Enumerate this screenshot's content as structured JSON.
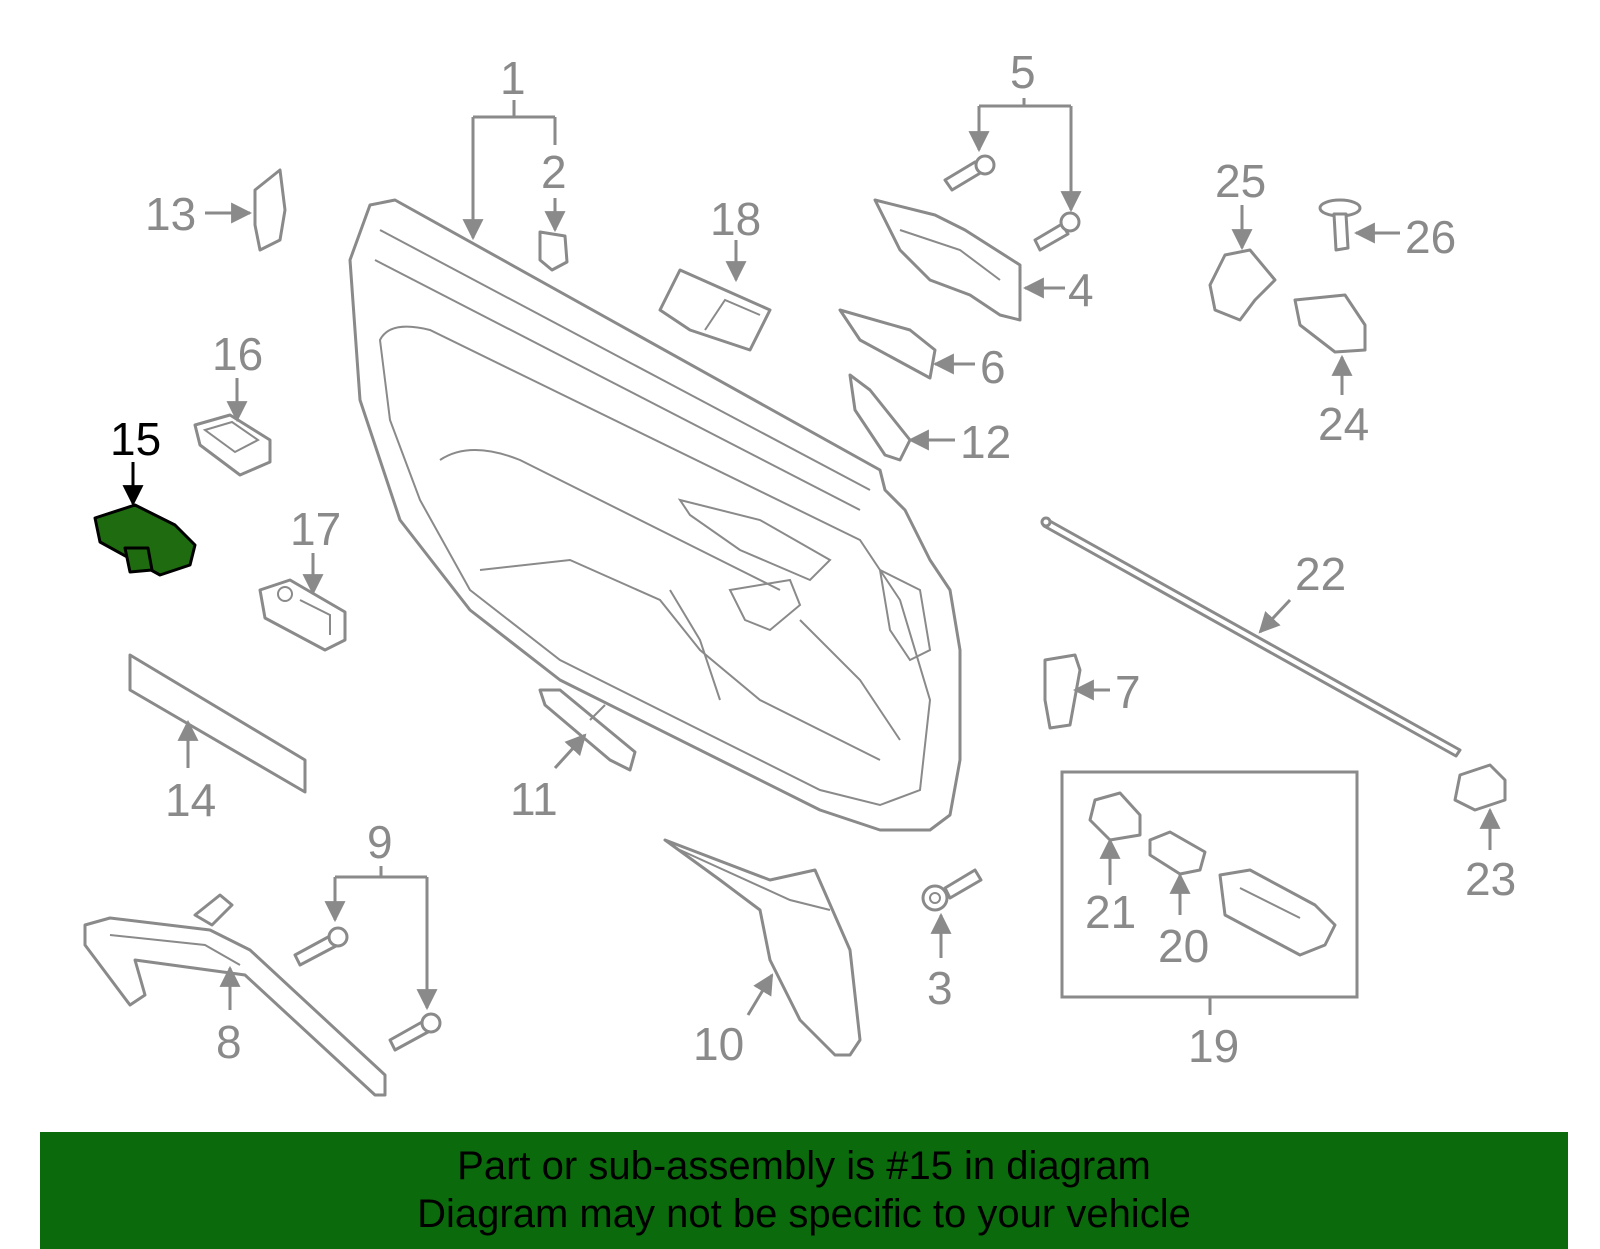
{
  "diagram": {
    "highlighted_part": "15",
    "callouts": [
      "1",
      "2",
      "3",
      "4",
      "5",
      "6",
      "7",
      "8",
      "9",
      "10",
      "11",
      "12",
      "13",
      "14",
      "15",
      "16",
      "17",
      "18",
      "19",
      "20",
      "21",
      "22",
      "23",
      "24",
      "25",
      "26"
    ],
    "colors": {
      "highlight_fill": "#1f6b10",
      "banner": "#0b6a0b",
      "line": "#8a8a8a"
    }
  },
  "banner": {
    "line1": "Part or sub-assembly is #15 in diagram",
    "line2": "Diagram may not be specific to your vehicle"
  }
}
